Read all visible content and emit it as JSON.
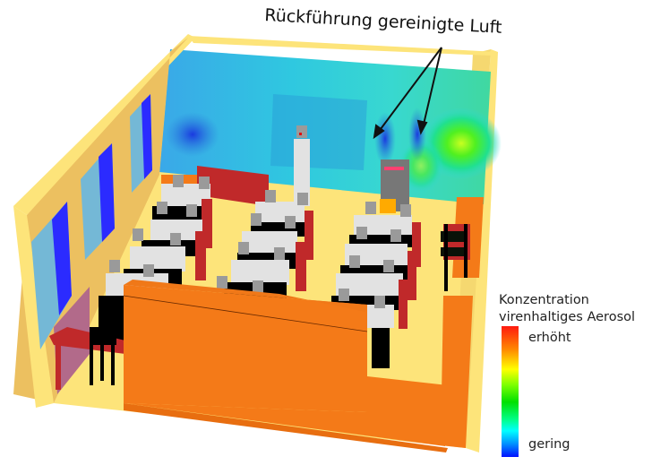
{
  "annotation": {
    "title": "Rückführung gereinigte Luft",
    "arrow_targets": [
      "left air return stream",
      "right air return stream"
    ]
  },
  "legend": {
    "title_line1": "Konzentration",
    "title_line2": "virenhaltiges Aerosol",
    "high_label": "erhöht",
    "low_label": "gering",
    "colormap": [
      "#ff1a10",
      "#ff8a00",
      "#ffff00",
      "#7cff00",
      "#00e000",
      "#00ff90",
      "#00ffff",
      "#0090ff",
      "#0010ff"
    ]
  },
  "scene": {
    "description": "3D classroom simulation with students at desks, teacher at front, air purifier near front wall, aerosol concentration plane on back wall",
    "colors": {
      "wall": "#fde47a",
      "wall_shade": "#ecc060",
      "floor": "#fde47a",
      "desk": "#c0292a",
      "chair": "#000000",
      "student_body": "#e2e2e2",
      "student_head": "#9a9a9a",
      "cabinet": "#f47a18",
      "window_glass": "#74b8d6",
      "window_blue": "#2b2bff",
      "purifier": "#777777",
      "purifier_stripe": "#ff4070"
    }
  }
}
